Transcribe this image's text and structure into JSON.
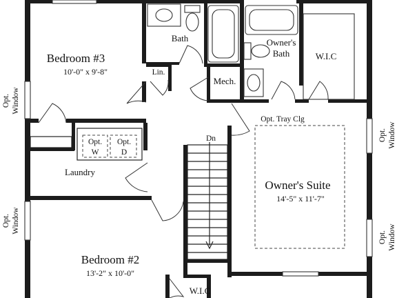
{
  "rooms": {
    "bedroom3": {
      "name": "Bedroom #3",
      "dims": "10'-0\" x 9'-8\""
    },
    "bedroom2": {
      "name": "Bedroom #2",
      "dims": "13'-2\" x 10'-0\""
    },
    "owners_suite": {
      "name": "Owner's Suite",
      "dims": "14'-5\" x 11'-7\""
    },
    "bath": "Bath",
    "owners_bath_line1": "Owner's",
    "owners_bath_line2": "Bath",
    "wic_top": "W.I.C",
    "wic_bottom": "W.I.C",
    "linen": "Lin.",
    "mech": "Mech.",
    "laundry": "Laundry"
  },
  "labels": {
    "opt_washer_line1": "Opt.",
    "opt_washer_line2": "W",
    "opt_dryer_line1": "Opt.",
    "opt_dryer_line2": "D",
    "opt_tray": "Opt. Tray Clg",
    "stairs_dn": "Dn",
    "opt_window": {
      "left_top_1": "Opt.",
      "left_top_2": "Window",
      "left_bottom_1": "Opt.",
      "left_bottom_2": "Window",
      "right_top_1": "Opt.",
      "right_top_2": "Window",
      "right_bottom_1": "Opt.",
      "right_bottom_2": "Window"
    }
  }
}
